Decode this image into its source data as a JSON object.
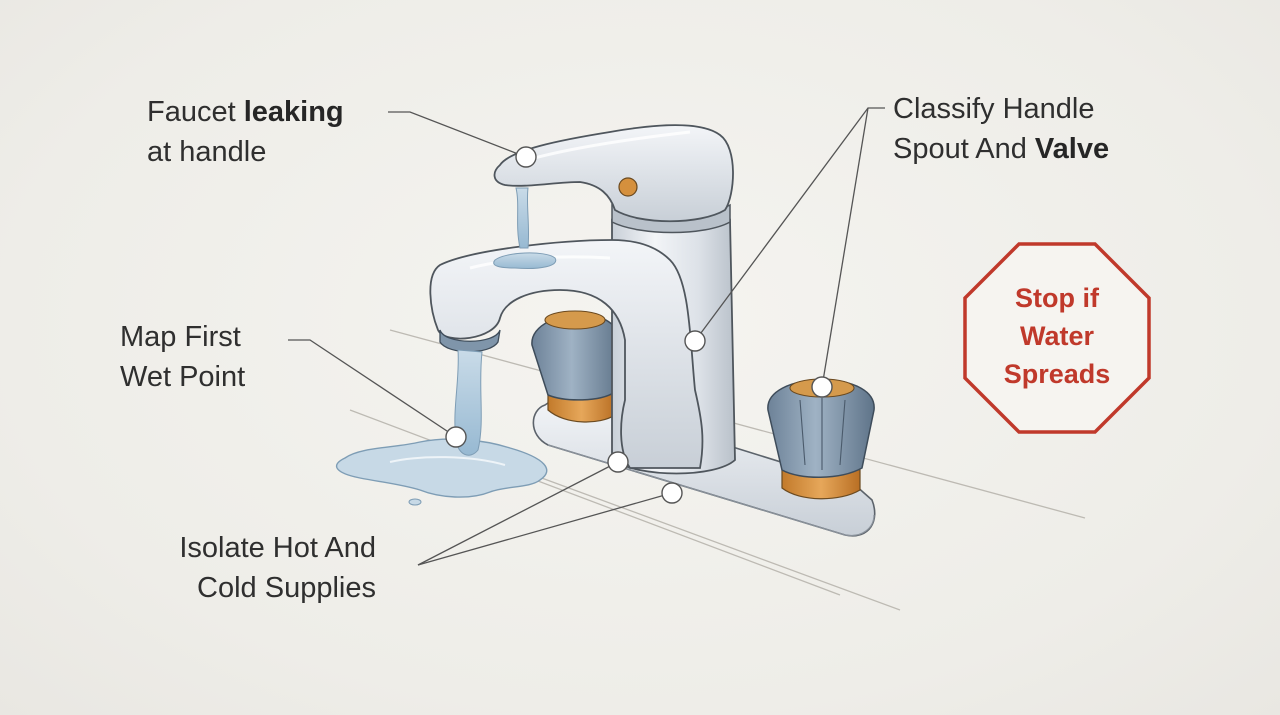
{
  "callouts": {
    "leak": {
      "line1_plain": "Faucet ",
      "line1_bold": "leaking",
      "line2": "at handle"
    },
    "map": {
      "line1": "Map First",
      "line2": "Wet Point"
    },
    "classify": {
      "line1": "Classify Handle",
      "line2_plain": "Spout And ",
      "line2_bold": "Valve"
    },
    "isolate": {
      "line1": "Isolate Hot And",
      "line2": "Cold Supplies"
    }
  },
  "stop_sign": {
    "line1": "Stop if",
    "line2": "Water",
    "line3": "Spreads",
    "color": "#c0392b"
  },
  "colors": {
    "chrome": "#e3e7ec",
    "knob": "#7f95aa",
    "brass": "#d5903d",
    "water": "#a9c6dc",
    "leader": "#555555"
  },
  "icons": [
    "faucet-illustration",
    "water-puddle",
    "stop-sign-icon"
  ]
}
